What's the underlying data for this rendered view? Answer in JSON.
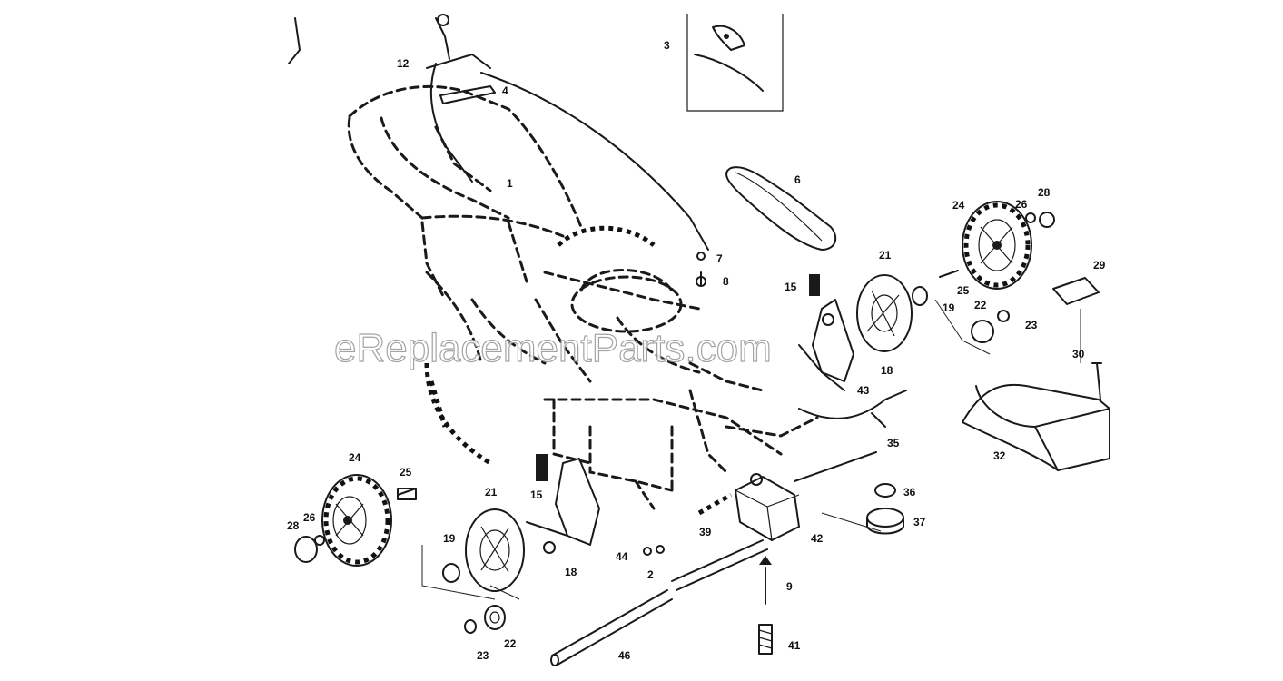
{
  "watermark": "eReplacementParts.com",
  "parts": [
    {
      "key": "p12",
      "label": "12"
    },
    {
      "key": "p3",
      "label": "3"
    },
    {
      "key": "p4",
      "label": "4"
    },
    {
      "key": "p1",
      "label": "1"
    },
    {
      "key": "p6",
      "label": "6"
    },
    {
      "key": "p7",
      "label": "7"
    },
    {
      "key": "p8",
      "label": "8"
    },
    {
      "key": "p15a",
      "label": "15"
    },
    {
      "key": "p21a",
      "label": "21"
    },
    {
      "key": "p24a",
      "label": "24"
    },
    {
      "key": "p26a",
      "label": "26"
    },
    {
      "key": "p28a",
      "label": "28"
    },
    {
      "key": "p29",
      "label": "29"
    },
    {
      "key": "p25a",
      "label": "25"
    },
    {
      "key": "p19a",
      "label": "19"
    },
    {
      "key": "p22a",
      "label": "22"
    },
    {
      "key": "p23a",
      "label": "23"
    },
    {
      "key": "p30",
      "label": "30"
    },
    {
      "key": "p18a",
      "label": "18"
    },
    {
      "key": "p43",
      "label": "43"
    },
    {
      "key": "p35",
      "label": "35"
    },
    {
      "key": "p32",
      "label": "32"
    },
    {
      "key": "p24b",
      "label": "24"
    },
    {
      "key": "p25b",
      "label": "25"
    },
    {
      "key": "p26b",
      "label": "26"
    },
    {
      "key": "p28b",
      "label": "28"
    },
    {
      "key": "p21b",
      "label": "21"
    },
    {
      "key": "p15b",
      "label": "15"
    },
    {
      "key": "p19b",
      "label": "19"
    },
    {
      "key": "p18b",
      "label": "18"
    },
    {
      "key": "p44",
      "label": "44"
    },
    {
      "key": "p2",
      "label": "2"
    },
    {
      "key": "p22b",
      "label": "22"
    },
    {
      "key": "p23b",
      "label": "23"
    },
    {
      "key": "p39",
      "label": "39"
    },
    {
      "key": "p42",
      "label": "42"
    },
    {
      "key": "p36",
      "label": "36"
    },
    {
      "key": "p37",
      "label": "37"
    },
    {
      "key": "p9",
      "label": "9"
    },
    {
      "key": "p41",
      "label": "41"
    },
    {
      "key": "p46",
      "label": "46"
    }
  ]
}
